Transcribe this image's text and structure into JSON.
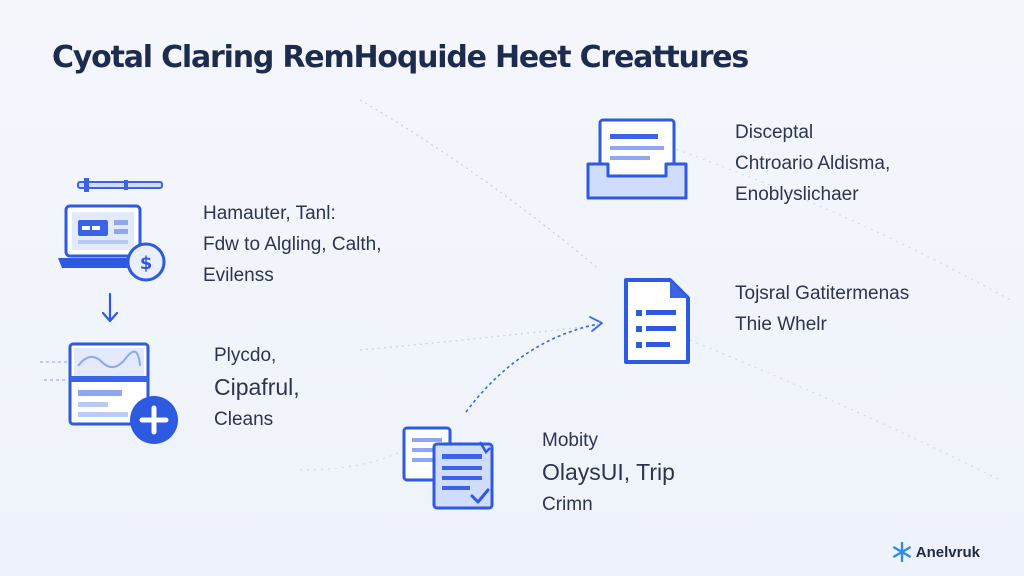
{
  "title": "Cyotal Claring RemHoquide Heet Creattures",
  "items": [
    {
      "lines": [
        "Hamauter, Tanl:",
        "Fdw to Algling, Calth,",
        "Evilenss"
      ]
    },
    {
      "lines": [
        "Plycdo,",
        "Cipafrul,",
        "Cleans"
      ]
    },
    {
      "lines": [
        "Disceptal",
        "Chtroario Aldisma,",
        "Enoblyslichaer"
      ]
    },
    {
      "lines": [
        "Tojsral Gatitermenas",
        "Thie Whelr"
      ]
    },
    {
      "lines": [
        "Mobity",
        "OlaysUI, Trip",
        "Crimn"
      ]
    }
  ],
  "brand": {
    "name": "Anelvruk"
  },
  "colors": {
    "accent": "#3b63e6",
    "accent_light": "#cfdcfb",
    "text": "#1f2a44"
  },
  "icons": [
    "laptop-dollar-icon",
    "browser-add-icon",
    "inbox-tray-icon",
    "document-list-icon",
    "document-stack-icon",
    "snowflake-icon"
  ]
}
